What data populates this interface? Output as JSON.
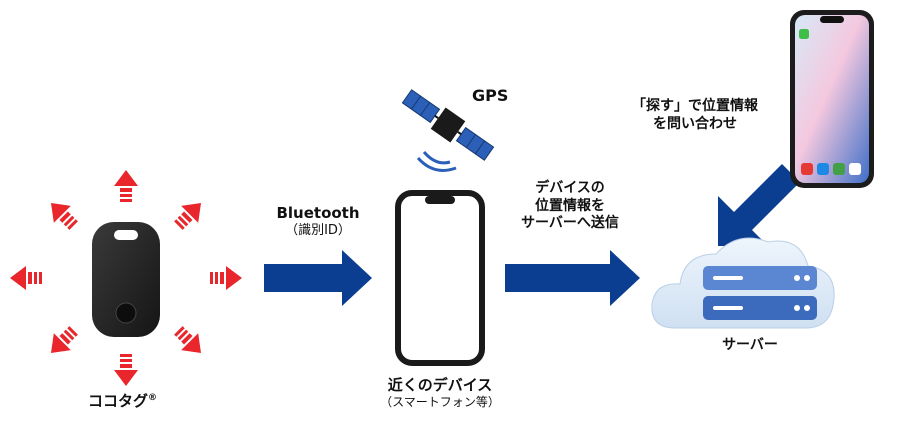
{
  "tag": {
    "label": "ココタグ",
    "mark": "®"
  },
  "bluetooth": {
    "title": "Bluetooth",
    "subtitle": "（識別ID）"
  },
  "gps": {
    "label": "GPS"
  },
  "nearby_device": {
    "title": "近くのデバイス",
    "subtitle": "（スマートフォン等）"
  },
  "send_location": {
    "lines": [
      "デバイスの",
      "位置情報を",
      "サーバーへ送信"
    ]
  },
  "query": {
    "lines": [
      "「探す」で位置情報",
      "を問い合わせ"
    ]
  },
  "server": {
    "label": "サーバー"
  },
  "colors": {
    "flow_arrow": "#0b3d91",
    "signal_arrow": "#e8262c",
    "cloud": "#dbe9f6",
    "server": "#4a78c8"
  }
}
